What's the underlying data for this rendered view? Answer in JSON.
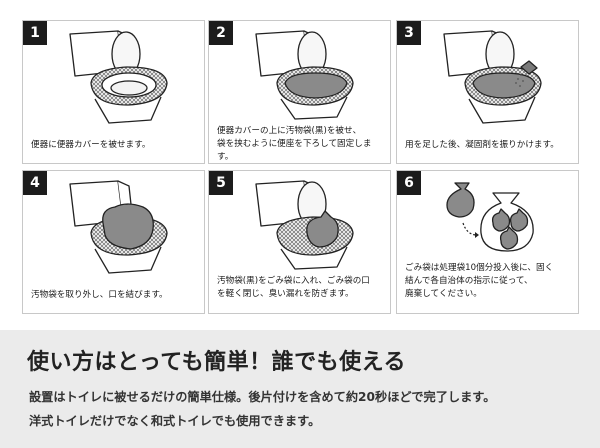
{
  "steps": [
    {
      "num": "1",
      "caption": "便器に便器カバーを被せます。"
    },
    {
      "num": "2",
      "caption": "便器カバーの上に汚物袋(黒)を被せ、\n袋を挟むように便座を下ろして固定します。"
    },
    {
      "num": "3",
      "caption": "用を足した後、凝固剤を振りかけます。"
    },
    {
      "num": "4",
      "caption": "汚物袋を取り外し、口を結びます。"
    },
    {
      "num": "5",
      "caption": "汚物袋(黒)をごみ袋に入れ、ごみ袋の口\nを軽く閉じ、臭い漏れを防ぎます。"
    },
    {
      "num": "6",
      "caption": "ごみ袋は処理袋10個分投入後に、固く\n結んで各自治体の指示に従って、\n廃棄してください。"
    }
  ],
  "footer": {
    "headline": "使い方はとっても簡単！誰でも使える",
    "line1": "設置はトイレに被せるだけの簡単仕様。後片付けを含めて約20秒ほどで完了します。",
    "line2": "洋式トイレだけでなく和式トイレでも使用できます。"
  },
  "colors": {
    "number_badge": "#1c1c1c",
    "black_bag": "#8a8a8a",
    "cover_pattern": "#b0b0b0",
    "footer_bg": "#ebebeb"
  }
}
